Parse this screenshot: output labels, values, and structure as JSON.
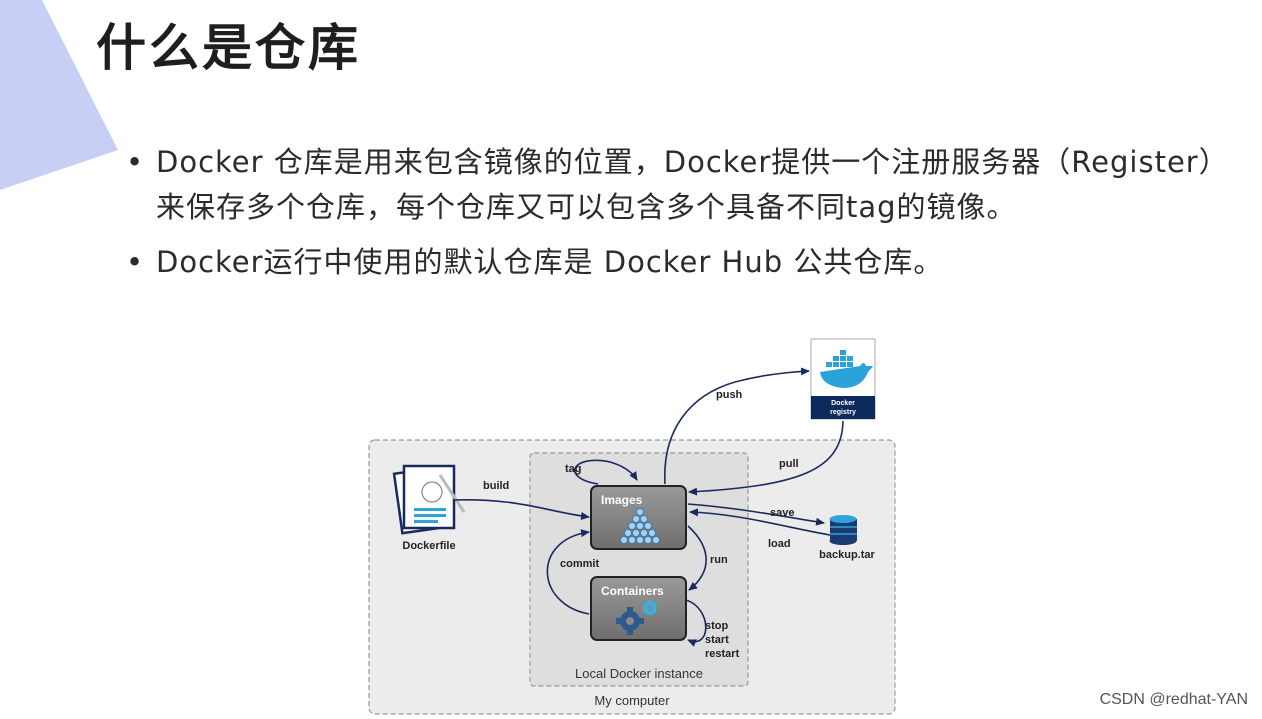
{
  "slide": {
    "title": "什么是仓库",
    "bullets": [
      "Docker 仓库是用来包含镜像的位置，Docker提供一个注册服务器（Register）来保存多个仓库，每个仓库又可以包含多个具备不同tag的镜像。",
      "Docker运行中使用的默认仓库是 Docker Hub 公共仓库。"
    ],
    "bullet_symbol": "•",
    "accent_color": "#c7cff5"
  },
  "diagram": {
    "outer_label": "My computer",
    "inner_label": "Local Docker instance",
    "images_label": "Images",
    "containers_label": "Containers",
    "dockerfile_label": "Dockerfile",
    "registry_label_1": "Docker",
    "registry_label_2": "registry",
    "backup_label": "backup.tar",
    "edges": {
      "build": "build",
      "tag": "tag",
      "push": "push",
      "pull": "pull",
      "save": "save",
      "load": "load",
      "run": "run",
      "commit": "commit",
      "stop": "stop",
      "start": "start",
      "restart": "restart"
    }
  },
  "watermark": "CSDN @redhat-YAN"
}
